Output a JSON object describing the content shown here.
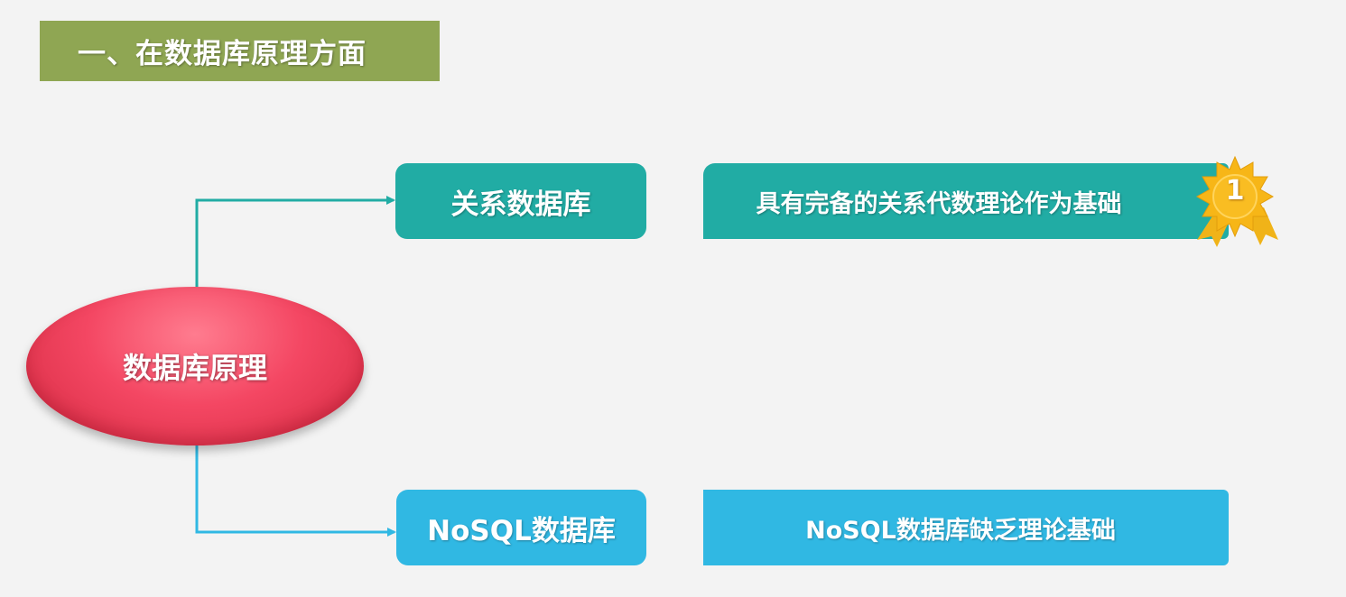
{
  "title": "一、在数据库原理方面",
  "root": {
    "label": "数据库原理"
  },
  "branches": [
    {
      "label": "关系数据库",
      "description": "具有完备的关系代数理论作为基础",
      "color": "#21aca4",
      "badge": "1"
    },
    {
      "label": "NoSQL数据库",
      "description": "NoSQL数据库缺乏理论基础",
      "color": "#30b8e3"
    }
  ],
  "colors": {
    "title_bar": "#8fa653",
    "root": "#f44763",
    "badge": "#f7b617",
    "background": "#f3f3f3"
  }
}
